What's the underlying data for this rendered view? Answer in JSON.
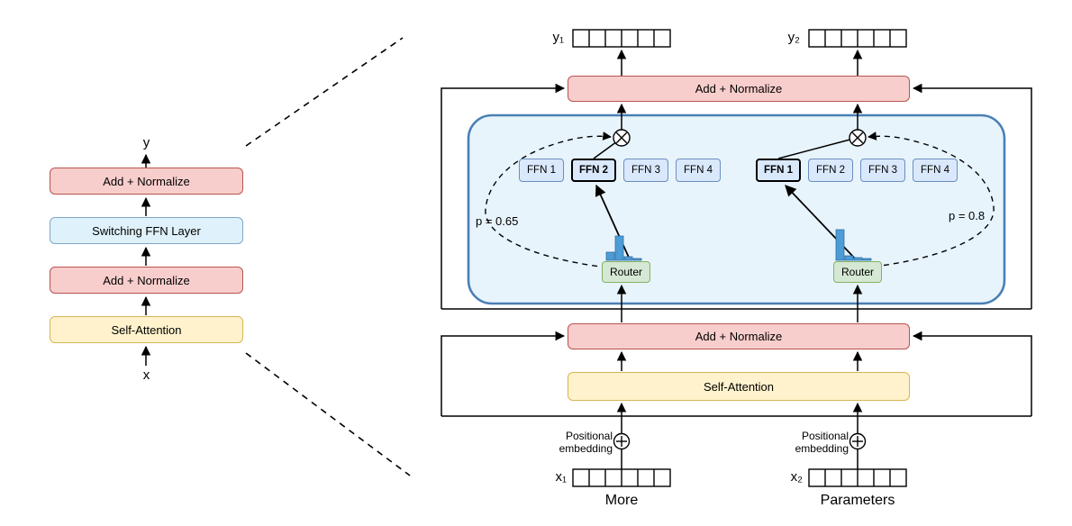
{
  "left_stack": {
    "output_label": "y",
    "input_label": "x",
    "layers": [
      {
        "label": "Add + Normalize"
      },
      {
        "label": "Switching FFN Layer"
      },
      {
        "label": "Add + Normalize"
      },
      {
        "label": "Self-Attention"
      }
    ]
  },
  "detail": {
    "outputs": {
      "left": "y₁",
      "right": "y₂"
    },
    "add_normalize_top": "Add + Normalize",
    "add_normalize_mid": "Add + Normalize",
    "self_attention": "Self-Attention",
    "switching_layer": {
      "left_experts": [
        "FFN 1",
        "FFN 2",
        "FFN 3",
        "FFN 4"
      ],
      "right_experts": [
        "FFN 1",
        "FFN 2",
        "FFN 3",
        "FFN 4"
      ],
      "left_selected_index": 1,
      "right_selected_index": 0,
      "left_router_label": "Router",
      "right_router_label": "Router",
      "left_gate_probability": "p = 0.65",
      "right_gate_probability": "p = 0.8",
      "left_router_distribution": [
        0.22,
        0.65,
        0.09,
        0.04
      ],
      "right_router_distribution": [
        0.8,
        0.11,
        0.06,
        0.03
      ]
    },
    "positional_embedding_left": "Positional\nembedding",
    "positional_embedding_right": "Positional\nembedding",
    "inputs": {
      "left_label": "x₁",
      "right_label": "x₂",
      "left_token": "More",
      "right_token": "Parameters"
    },
    "token_cells": 6
  },
  "colors": {
    "add_normalize_fill": "#F8CECC",
    "add_normalize_stroke": "#B85450",
    "self_attention_fill": "#FFF2CC",
    "self_attention_stroke": "#D6B656",
    "ffn_fill": "#DAE8FC",
    "ffn_stroke": "#6C8EBF",
    "switching_fill": "#DFF1FA",
    "switching_stroke": "#7FA8C9",
    "container_fill": "#E8F4FB",
    "container_stroke": "#4A7FB5",
    "router_fill": "#D5E8D4",
    "router_stroke": "#82B366",
    "histogram_fill": "#4D9CD6"
  }
}
